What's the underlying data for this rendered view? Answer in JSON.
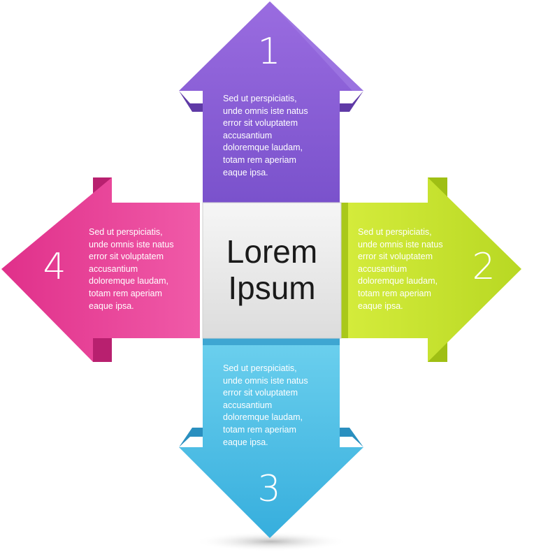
{
  "center": {
    "title": "Lorem\nIpsum"
  },
  "arrows": [
    {
      "number": "1",
      "direction": "up",
      "color": "#8a5fd8",
      "text": "Sed ut perspiciatis,\nunde omnis iste natus\nerror sit voluptatem\naccusantium\ndoloremque laudam,\ntotam rem aperiam\neaque ipsa."
    },
    {
      "number": "2",
      "direction": "right",
      "color": "#c4e02a",
      "text": "Sed ut perspiciatis,\nunde omnis iste natus\nerror sit voluptatem\naccusantium\ndoloremque laudam,\ntotam rem aperiam\neaque ipsa."
    },
    {
      "number": "3",
      "direction": "down",
      "color": "#4cc0e4",
      "text": "Sed ut perspiciatis,\nunde omnis iste natus\nerror sit voluptatem\naccusantium\ndoloremque laudam,\ntotam rem aperiam\neaque ipsa."
    },
    {
      "number": "4",
      "direction": "left",
      "color": "#e83f98",
      "text": "Sed ut perspiciatis,\nunde omnis iste natus\nerror sit voluptatem\naccusantium\ndoloremque laudam,\ntotam rem aperiam\neaque ipsa."
    }
  ]
}
